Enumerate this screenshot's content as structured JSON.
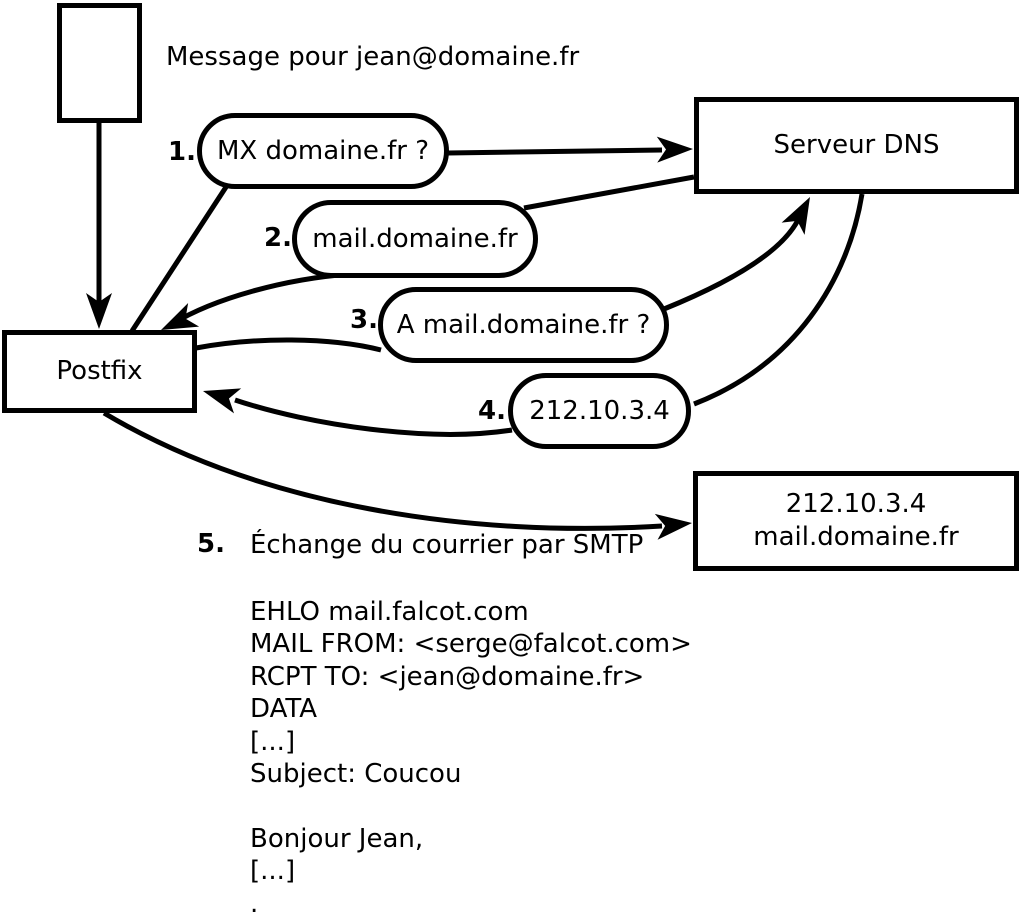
{
  "diagram": {
    "message_label": "Message pour jean@domaine.fr",
    "nodes": {
      "postfix": "Postfix",
      "dns": "Serveur DNS",
      "mailserver_line1": "212.10.3.4",
      "mailserver_line2": "mail.domaine.fr"
    },
    "steps": [
      {
        "num": "1.",
        "label": "MX domaine.fr ?"
      },
      {
        "num": "2.",
        "label": "mail.domaine.fr"
      },
      {
        "num": "3.",
        "label": "A mail.domaine.fr ?"
      },
      {
        "num": "4.",
        "label": "212.10.3.4"
      },
      {
        "num": "5.",
        "label": "Échange du courrier par SMTP"
      }
    ],
    "smtp_session_lines": [
      "EHLO mail.falcot.com",
      "MAIL FROM: <serge@falcot.com>",
      "RCPT TO: <jean@domaine.fr>",
      "DATA",
      "[...]",
      "Subject: Coucou",
      "",
      "Bonjour Jean,",
      "[...]",
      "."
    ],
    "colors": {
      "line": "#000000",
      "background": "#ffffff",
      "text": "#000000"
    }
  }
}
